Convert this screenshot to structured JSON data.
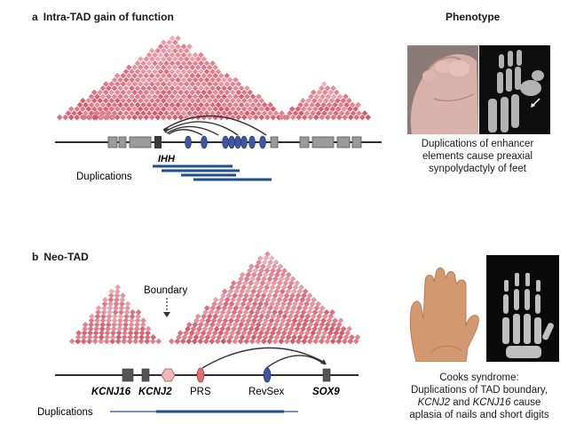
{
  "panel_a": {
    "letter": "a",
    "title": "Intra-TAD gain of function",
    "gene_label": "IHH",
    "duplications_label": "Duplications"
  },
  "panel_b": {
    "letter": "b",
    "title": "Neo-TAD",
    "boundary_label": "Boundary",
    "gene_labels": {
      "kcnj16": "KCNJ16",
      "kcnj2": "KCNJ2",
      "prs": "PRS",
      "revsex": "RevSex",
      "sox9": "SOX9"
    },
    "duplications_label": "Duplications"
  },
  "phenotype": {
    "title": "Phenotype",
    "caption_a": [
      "Duplications of enhancer",
      "elements cause preaxial",
      "synpolydactyly of feet"
    ],
    "caption_b_line1": "Cooks syndrome:",
    "caption_b_line2": "Duplications of TAD boundary,",
    "caption_b_line3_gene1": "KCNJ2",
    "caption_b_line3_mid": " and ",
    "caption_b_line3_gene2": "KCNJ16",
    "caption_b_line3_end": " cause",
    "caption_b_line4": "aplasia of nails and short digits"
  },
  "colors": {
    "heatmap_dark": "#c8283a",
    "heatmap_light": "#f6d3d3",
    "gene_box": "#9a9a9a",
    "enhancer": "#3f57a0",
    "duplication_bar": "#1f4f8f",
    "prs_element": "#e08a8a",
    "arc": "#333333"
  }
}
